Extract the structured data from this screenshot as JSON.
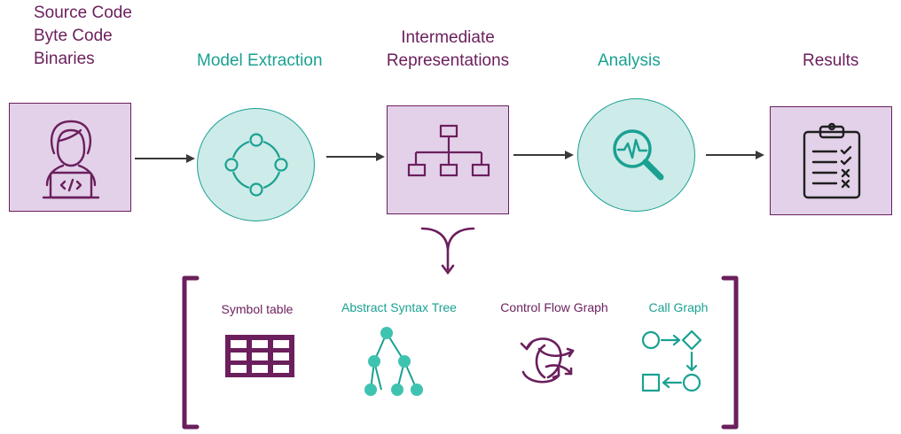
{
  "stages": [
    {
      "id": "inputs",
      "lines": [
        "Source Code",
        "Byte Code",
        "Binaries"
      ],
      "icon": "developer-laptop-icon"
    },
    {
      "id": "model-extraction",
      "label": "Model Extraction",
      "icon": "cycle-nodes-icon"
    },
    {
      "id": "intermediate-representations",
      "lines": [
        "Intermediate",
        "Representations"
      ],
      "icon": "hierarchy-icon"
    },
    {
      "id": "analysis",
      "label": "Analysis",
      "icon": "magnify-pulse-icon"
    },
    {
      "id": "results",
      "label": "Results",
      "icon": "clipboard-checklist-icon"
    }
  ],
  "representations": [
    {
      "label": "Symbol table",
      "icon": "table-grid-icon",
      "color": "#6b1f5c"
    },
    {
      "label": "Abstract Syntax Tree",
      "icon": "tree-icon",
      "color": "#1aa192"
    },
    {
      "label": "Control Flow Graph",
      "icon": "flow-arrows-icon",
      "color": "#6b1f5c"
    },
    {
      "label": "Call Graph",
      "icon": "call-graph-icon",
      "color": "#1aa192"
    }
  ],
  "colors": {
    "purple": "#6b1f5c",
    "teal": "#1aa192",
    "box_fill": "#e2d1e9",
    "circle_fill": "#cdebe8",
    "arrow": "#3a3a3a"
  }
}
